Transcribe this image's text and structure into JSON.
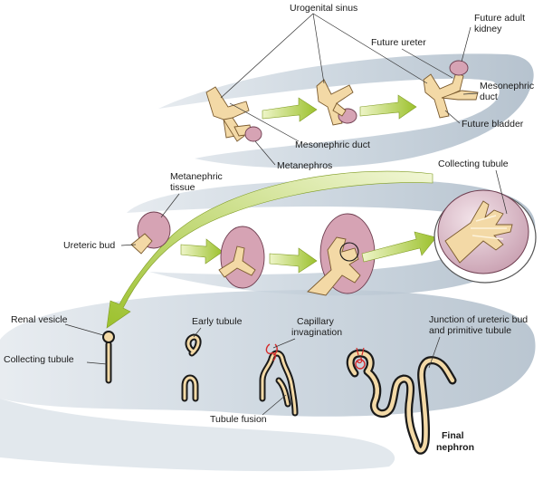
{
  "labels": {
    "urogenital_sinus": "Urogenital sinus",
    "future_ureter": "Future ureter",
    "future_adult_kidney_1": "Future adult",
    "future_adult_kidney_2": "kidney",
    "mesonephric_duct_right_1": "Mesonephric",
    "mesonephric_duct_right_2": "duct",
    "future_bladder": "Future bladder",
    "mesonephric_duct_center": "Mesonephric duct",
    "metanephros": "Metanephros",
    "metanephric_tissue_1": "Metanephric",
    "metanephric_tissue_2": "tissue",
    "collecting_tubule_top": "Collecting tubule",
    "ureteric_bud": "Ureteric bud",
    "renal_vesicle": "Renal vesicle",
    "collecting_tubule_left": "Collecting tubule",
    "early_tubule": "Early tubule",
    "capillary_invagination_1": "Capillary",
    "capillary_invagination_2": "invagination",
    "junction_1": "Junction of ureteric bud",
    "junction_2": "and primitive tubule",
    "tubule_fusion": "Tubule fusion",
    "final_nephron_1": "Final",
    "final_nephron_2": "nephron"
  },
  "colors": {
    "band": "#c5d0da",
    "arrow": "#a8c83a",
    "tissue": "#f3d9a6",
    "kidney": "#d6a3b4",
    "capillary": "#d42a2a"
  }
}
